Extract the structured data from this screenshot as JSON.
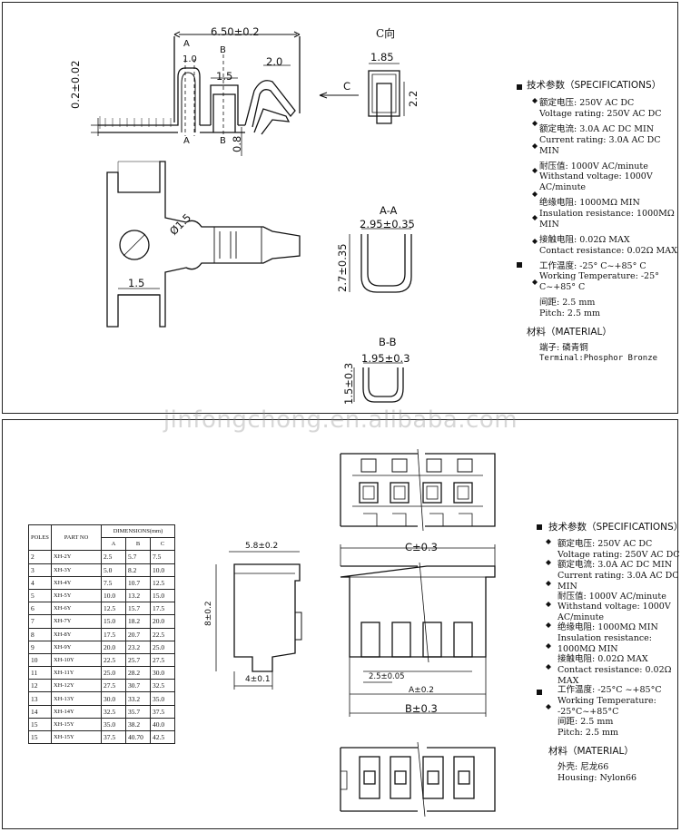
{
  "terminal": {
    "view_c_title": "C向",
    "dims": {
      "length": "6.50±0.2",
      "a_width": "1.0",
      "b_width": "1.5",
      "tail": "2.0",
      "thickness": "0.2±0.02",
      "height_08": "0.8",
      "c_width": "1.85",
      "c_height": "2.2",
      "hole": "Ø1.5",
      "carrier": "1.5",
      "aa_width": "2.95±0.35",
      "aa_height": "2.7±0.35",
      "bb_width": "1.95±0.3",
      "bb_height": "1.5±0.3"
    },
    "labels": {
      "a": "A",
      "b": "B",
      "c_arrow": "C",
      "section_aa": "A-A",
      "section_bb": "B-B"
    },
    "specs": {
      "heading": "技术参数（SPECIFICATIONS）",
      "items": [
        {
          "cn": "额定电压: 250V AC DC",
          "en": "Voltage rating: 250V AC DC"
        },
        {
          "cn": "额定电流: 3.0A AC DC MIN",
          "en": "Current rating: 3.0A AC DC MIN"
        },
        {
          "cn": "耐压值: 1000V AC/minute",
          "en": "Withstand voltage: 1000V AC/minute"
        },
        {
          "cn": "绝缘电阻: 1000MΩ MIN",
          "en": "Insulation resistance: 1000MΩ MIN"
        },
        {
          "cn": "接触电阻: 0.02Ω MAX",
          "en": "Contact resistance: 0.02Ω MAX"
        },
        {
          "cn": "工作温度: -25° C~+85° C",
          "en": "Working Temperature: -25° C~+85° C"
        },
        {
          "cn": "间距: 2.5 mm",
          "en": "Pitch: 2.5 mm"
        }
      ],
      "material_heading": "材料（MATERIAL）",
      "material_cn": "端子: 磷青铜",
      "material_en": "Terminal:Phosphor Bronze"
    }
  },
  "watermark": "jinfongchong.en.alibaba.com",
  "housing": {
    "dims": {
      "depth": "5.8±0.2",
      "height": "8±0.2",
      "foot": "4±0.1",
      "c": "C±0.3",
      "pitch": "2.5±0.05",
      "a": "A±0.2",
      "b": "B±0.3"
    },
    "table": {
      "headers": {
        "poles": "POLES",
        "part": "PART NO",
        "group": "DIMENSIONS(mm)",
        "a": "A",
        "b": "B",
        "c": "C"
      },
      "rows": [
        [
          "2",
          "XH-2Y",
          "2.5",
          "5.7",
          "7.5"
        ],
        [
          "3",
          "XH-3Y",
          "5.0",
          "8.2",
          "10.0"
        ],
        [
          "4",
          "XH-4Y",
          "7.5",
          "10.7",
          "12.5"
        ],
        [
          "5",
          "XH-5Y",
          "10.0",
          "13.2",
          "15.0"
        ],
        [
          "6",
          "XH-6Y",
          "12.5",
          "15.7",
          "17.5"
        ],
        [
          "7",
          "XH-7Y",
          "15.0",
          "18.2",
          "20.0"
        ],
        [
          "8",
          "XH-8Y",
          "17.5",
          "20.7",
          "22.5"
        ],
        [
          "9",
          "XH-9Y",
          "20.0",
          "23.2",
          "25.0"
        ],
        [
          "10",
          "XH-10Y",
          "22.5",
          "25.7",
          "27.5"
        ],
        [
          "11",
          "XH-11Y",
          "25.0",
          "28.2",
          "30.0"
        ],
        [
          "12",
          "XH-12Y",
          "27.5",
          "30.7",
          "32.5"
        ],
        [
          "13",
          "XH-13Y",
          "30.0",
          "33.2",
          "35.0"
        ],
        [
          "14",
          "XH-14Y",
          "32.5",
          "35.7",
          "37.5"
        ],
        [
          "15",
          "XH-15Y",
          "35.0",
          "38.2",
          "40.0"
        ],
        [
          "15",
          "XH-15Y",
          "37.5",
          "40.70",
          "42.5"
        ]
      ]
    },
    "specs": {
      "heading": "技术参数（SPECIFICATIONS）",
      "items": [
        {
          "cn": "额定电压: 250V AC DC",
          "en": "Voltage rating: 250V AC DC"
        },
        {
          "cn": "额定电流: 3.0A AC DC MIN",
          "en": "Current rating: 3.0A AC DC MIN"
        },
        {
          "cn": "耐压值: 1000V AC/minute",
          "en": "Withstand voltage: 1000V AC/minute"
        },
        {
          "cn": "绝缘电阻: 1000MΩ MIN",
          "en": "Insulation resistance: 1000MΩ MIN"
        },
        {
          "cn": "接触电阻: 0.02Ω MAX",
          "en": "Contact resistance: 0.02Ω MAX"
        },
        {
          "cn": "工作温度: -25°C ~+85°C",
          "en": "Working Temperature: -25°C~+85°C"
        },
        {
          "cn": "间距: 2.5 mm",
          "en": "Pitch: 2.5 mm"
        }
      ],
      "material_heading": "材料（MATERIAL）",
      "material_cn": "外壳: 尼龙66",
      "material_en": "Housing: Nylon66"
    }
  }
}
